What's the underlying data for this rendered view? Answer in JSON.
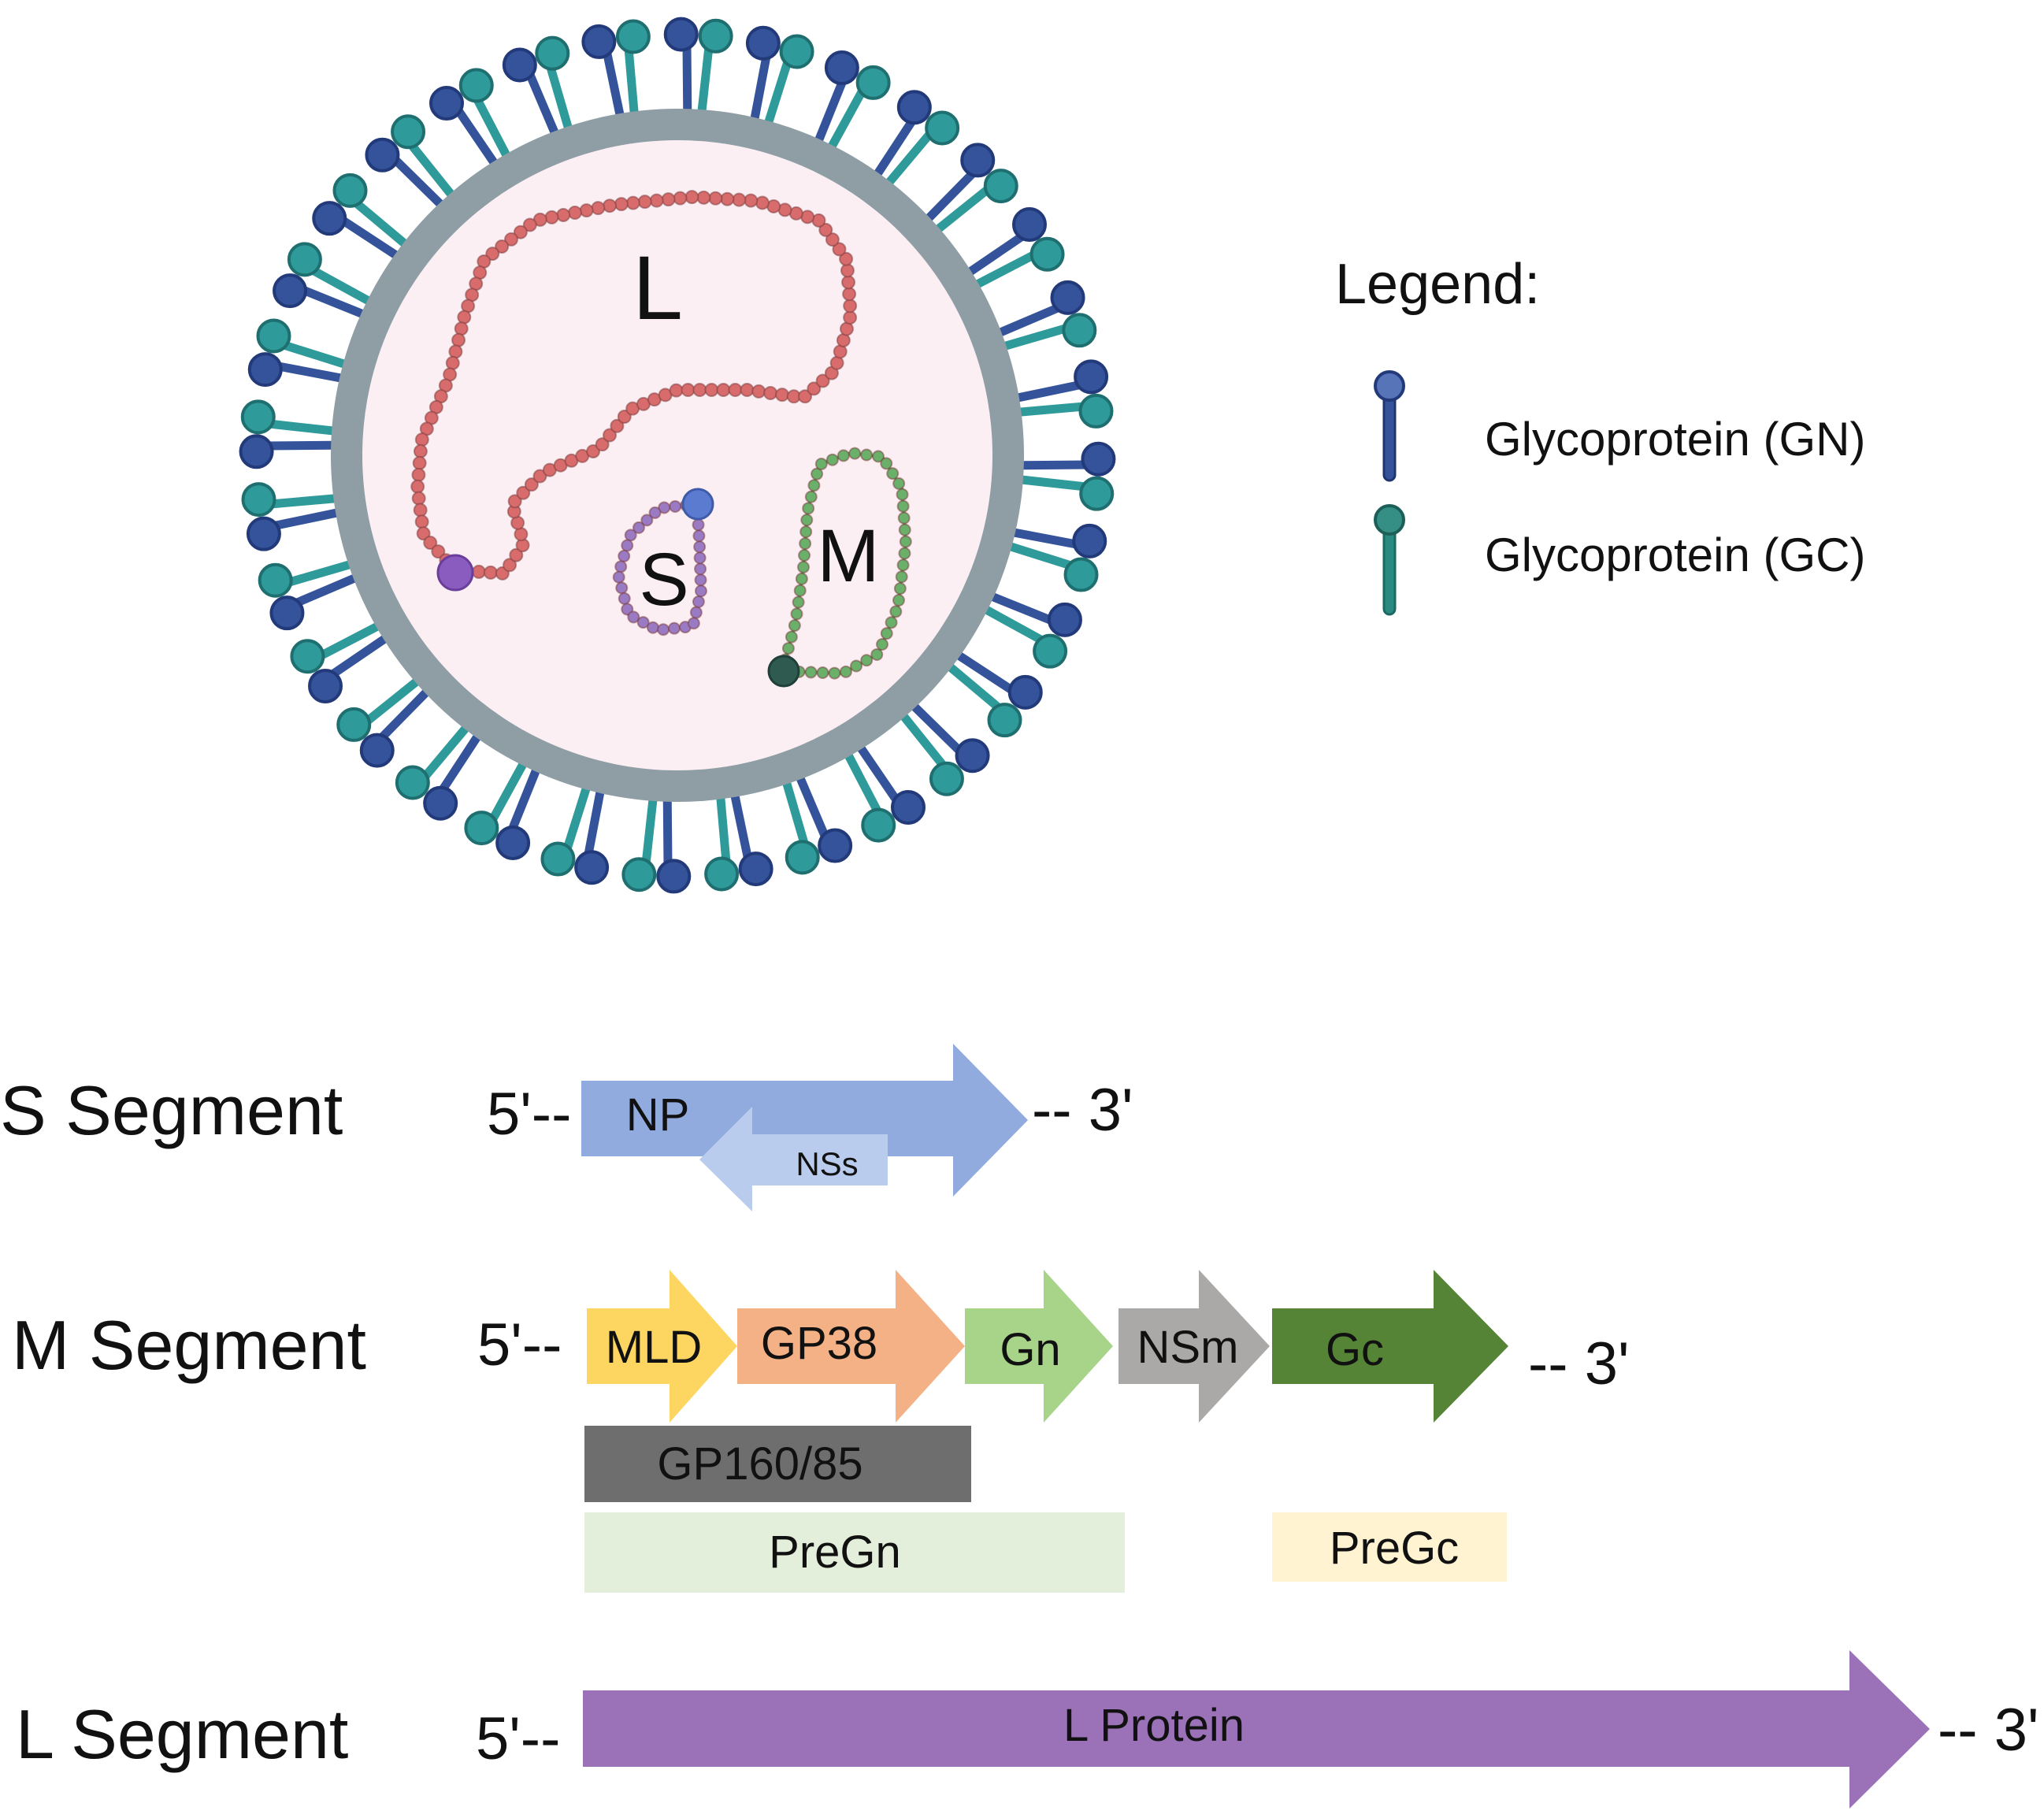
{
  "virion": {
    "segment_labels": {
      "L": "L",
      "S": "S",
      "M": "M"
    }
  },
  "legend": {
    "title": "Legend:",
    "items": [
      {
        "label": "Glycoprotein (GN)",
        "color": "#3a559c"
      },
      {
        "label": "Glycoprotein (GC)",
        "color": "#2a8a80"
      }
    ]
  },
  "colors": {
    "envelope": "#8e9ea4",
    "interior": "#fbeff4",
    "gn_dark": "#233a7a",
    "gn": "#34539a",
    "gc": "#2f9a9a",
    "l_rna": "#d86b6b",
    "s_rna": "#9a7ac2",
    "m_rna": "#6ab06a"
  },
  "genome": {
    "five_prime": "5'--",
    "three_prime": "-- 3'",
    "s_segment": {
      "name": "S Segment",
      "genes": [
        {
          "label": "NP",
          "color": "#91abdf"
        },
        {
          "label": "NSs",
          "color": "#b9cced"
        }
      ]
    },
    "m_segment": {
      "name": "M Segment",
      "genes": [
        {
          "label": "MLD",
          "color": "#fdd662"
        },
        {
          "label": "GP38",
          "color": "#f5b186"
        },
        {
          "label": "Gn",
          "color": "#a8d48a"
        },
        {
          "label": "NSm",
          "color": "#aba9a7"
        },
        {
          "label": "Gc",
          "color": "#568436"
        }
      ],
      "precursors": [
        {
          "label": "GP160/85",
          "color": "#6e6e6e"
        },
        {
          "label": "PreGn",
          "color": "#e3efdb"
        },
        {
          "label": "PreGc",
          "color": "#fff3d1"
        }
      ]
    },
    "l_segment": {
      "name": "L Segment",
      "genes": [
        {
          "label": "L Protein",
          "color": "#9b72b8"
        }
      ]
    }
  }
}
